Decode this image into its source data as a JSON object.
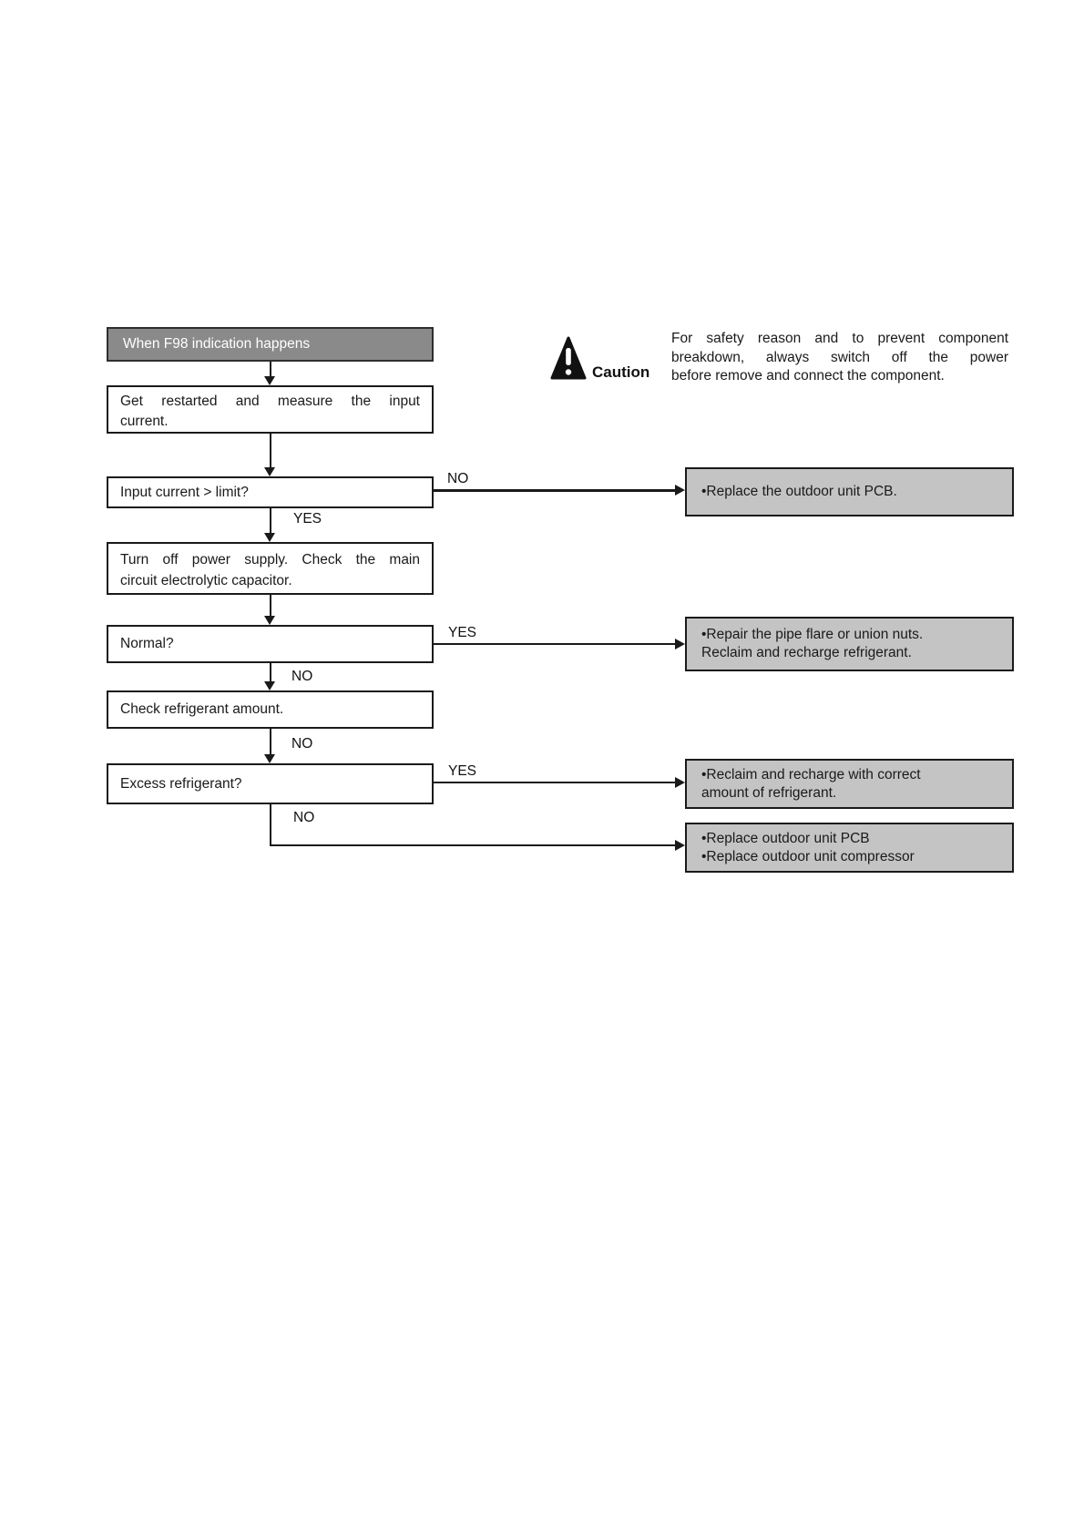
{
  "flowchart": {
    "start": "When F98 indication happens",
    "step_restart": {
      "lines": [
        "Get restarted and measure the input",
        "current."
      ]
    },
    "decision_input_current": {
      "label": "Input current > limit?",
      "no_label": "NO",
      "yes_label": "YES"
    },
    "action_replace_pcb": "•Replace the outdoor unit PCB.",
    "step_turn_off": {
      "lines": [
        "Turn off power supply. Check the main",
        "circuit electrolytic capacitor."
      ]
    },
    "decision_normal": {
      "label": "Normal?",
      "yes_label": "YES",
      "no_label": "NO"
    },
    "action_repair_pipe": {
      "lines": [
        "•Repair the pipe flare or union nuts.",
        "Reclaim and recharge refrigerant."
      ]
    },
    "step_check_refrigerant": "Check refrigerant amount.",
    "connector_no_label": "NO",
    "decision_excess": {
      "label": "Excess refrigerant?",
      "yes_label": "YES",
      "no_label": "NO"
    },
    "action_reclaim_recharge": {
      "lines": [
        "•Reclaim and recharge with correct",
        "amount of refrigerant."
      ]
    },
    "action_replace_pcb_compressor": {
      "lines": [
        "•Replace outdoor unit PCB",
        "•Replace outdoor unit compressor"
      ]
    }
  },
  "caution": {
    "icon": "warning-triangle-icon",
    "label": "Caution",
    "lines": [
      "For safety reason and to prevent component",
      "breakdown,  always  switch  off  the  power",
      "before remove and connect the component."
    ]
  },
  "colors": {
    "start_box_bg": "#8a8a8a",
    "start_box_text": "#ffffff",
    "result_box_bg": "#c4c4c4",
    "line_color": "#1a1a1a",
    "page_bg": "#ffffff"
  }
}
